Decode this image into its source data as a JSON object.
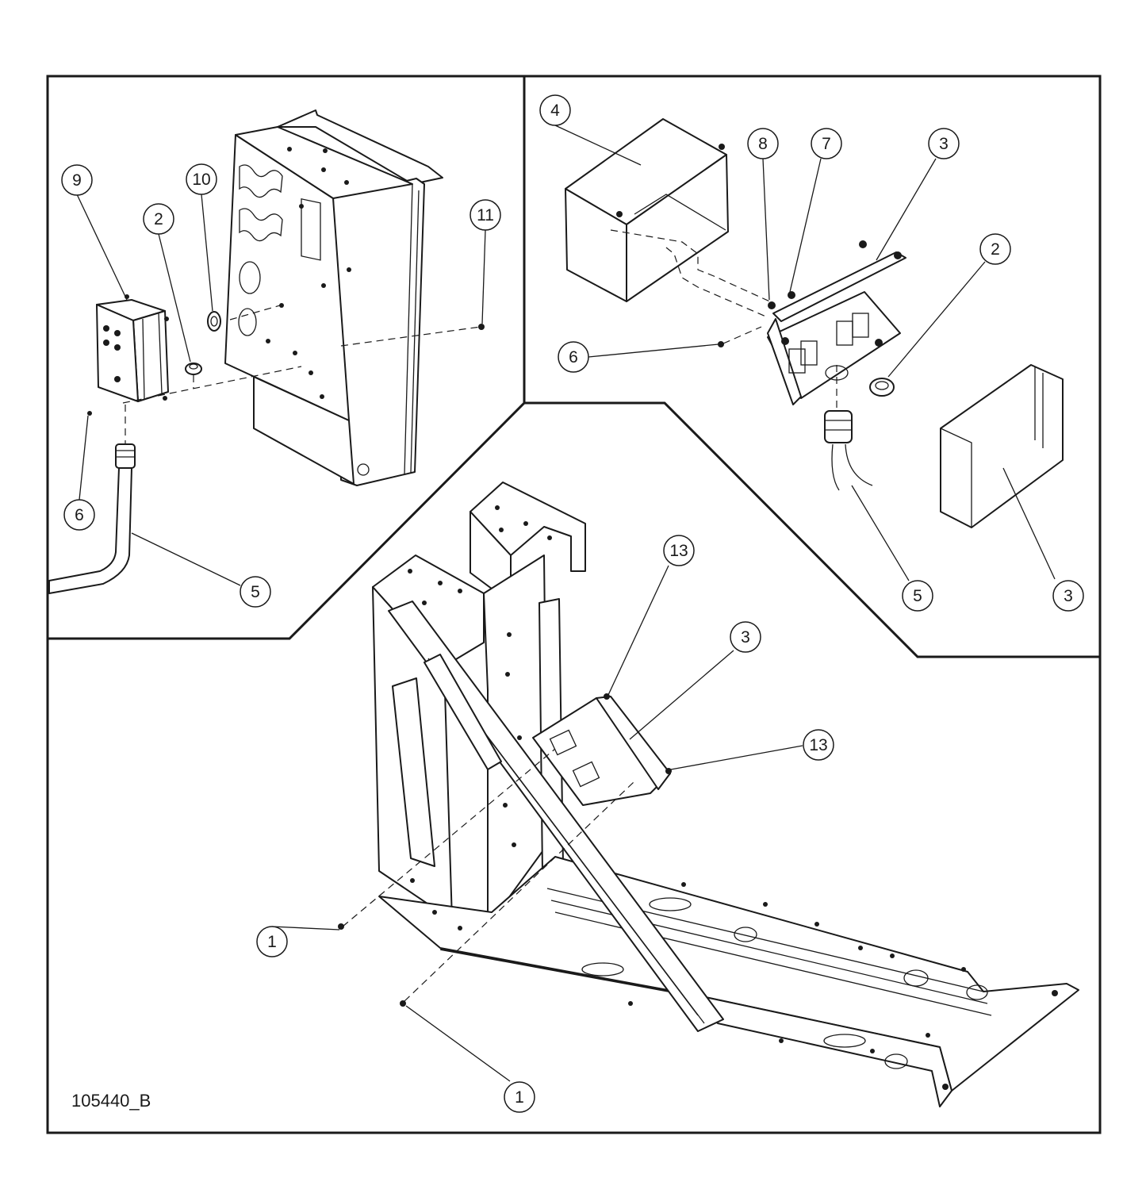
{
  "drawing_number": "105440_B",
  "callouts": {
    "c9": "9",
    "c2a": "2",
    "c10": "10",
    "c11": "11",
    "c6a": "6",
    "c5a": "5",
    "c4": "4",
    "c8": "8",
    "c7": "7",
    "c3a": "3",
    "c2b": "2",
    "c6b": "6",
    "c5b": "5",
    "c3b": "3",
    "c13a": "13",
    "c3c": "3",
    "c13b": "13",
    "c1a": "1",
    "c1b": "1"
  }
}
